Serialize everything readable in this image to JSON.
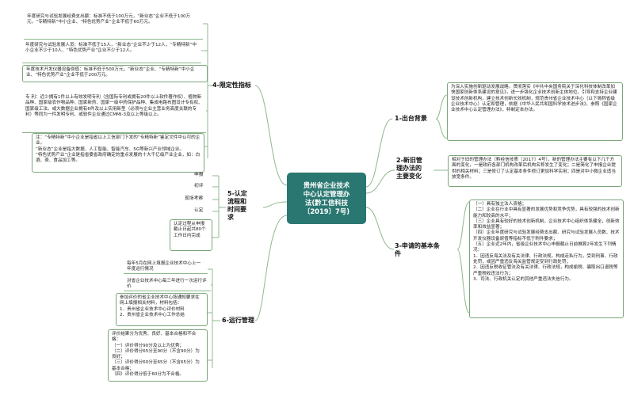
{
  "central": "贵州省企业技术\n中心认定管理办\n法(黔工信科技\n〔2019〕7号)",
  "branches": {
    "b1": "1-出台背景",
    "b2": "2-新旧管\n理办法的\n主要变化",
    "b3": "3-申请的基本条\n件",
    "b4": "4-限定性指标",
    "b5": "5-认定\n流程和\n时间要\n求",
    "b6": "6-运行管理"
  },
  "right": {
    "bg": "为深入实施创新驱动发展战略，贯彻落实《中共中央国务院关于深化科技体制改革加快国家创新体系建设的意见》，进一步强化企业技术创新主体地位，引导和支持企业建设技术创新机构，建立技术创新长效机制，规范贵州省企业技术中心（以下简称省级企业技术中心）认定和管理，依据《中华人民共和国科学技术进步法》、参照《国家企业技术中心认定管理办法》，特制定本办法。",
    "change": "相对于旧的管理办法（黔经信技质〔2017〕4号），新的管理办法主要有以下几个方面的变化，一是政府各部门机构改革后机构名称发生了变化；二是简化了申报企业提供的相关材料；三是修订了认定基本条件修订更加科学实用；四是对中小微企业适当放宽条件。",
    "conditions": "（一）具有独立法人资格；\n（二）企业在行业中具有显著的发展优势和竞争优势，具有较强的技术创新能力和较高的水平；\n（三）企业具有较好的技术创新机制，企业技术中心组织体系健全，创新效率和效益显著；\n（四）企业年度研究与试验发展经费支出额、研究与试验发展人员数、技术开发仪器设备原值等指标不低于附件要求；\n（五）企业近2年内，省级企业技术中心申报截止日前推算2年发生下列情况：\n1．因违反海关法及有关法律、行政法规，构成走私行为，受到刑事、行政处罚，或因严重违反海关监管规定受到行政处罚；\n2．因违反税收征管法及有关法律、行政法规，构成偷税、骗取出口退税等严重税收违法行为；\n3．司法、行政机关认定的其他严重违法失信行为。"
  },
  "left": {
    "ind": [
      "年度研究与试验发展经费支出额：标准不低于100万元，“新业态”企业不低于100万元，“专精特新”中小企业、“特色优势产业”企业不低于60万元。",
      "年度研究与试验发展人员：标准不低于15人，“新业态”企业不少于12人，“专精特新”中小企业不少于10人、“特色优势产业”企业不少于12人。",
      "年度技术开发仪器设备原值：标准不低于500万元，“新业态”企业、“专精特新”中小企业、“特色优势产业”企业不低于200万元。",
      "专 利：近少拥有1件以上有效发明专利（含国际专利或拥有20件以上软件著作权）、植物新品种、国家级农作物品种、国家新药、国家一级中药保护品种、集成电路布图设计专有权、国家级工法。或大数据企业拥有6件及以上实用新型（必须与企业主营业务高度关联的专利）等同为一件发明专利、或软件企业通过CMMI-3及以上等级以上。",
      "注：“专精特新”中小企业是指省以上工信部门下发的“专精特新”鉴定文件中认可的企业。\n“新业态”企业是指大数据、人工智能、智能汽车、5G等新兴产业领域企业。\n“特色优势产业”企业是指省委省政府确定的重点发展的十大千亿级产业企业，如：白酒、茶、食品加工等。"
    ],
    "proc": [
      "申报",
      "初评",
      "现场考察",
      "认定"
    ],
    "procNote": "认定过程从申报截止日起共80个工作日内完成",
    "ops": [
      "每年5月在网上填报企业技术中心上一年度运行情况",
      "对省企业技术中心每三年进行一次运行评价",
      "参加评价的省企业技术中心按通知要求在网上填报相关材料，材料包括：\n1．贵州省企业技术中心评价材料\n2．贵州省企业技术中心工作总结",
      "评价结果分为优秀、良好、基本合格和不合格：\n（一）评价得分90分及以上为优秀；\n（二）评价得分65分至90分（不含90分）为良好；\n（三）评价得分60分至65分（不含65分）为基本合格；\n（四）评价得分低于60分为不合格。"
    ]
  }
}
